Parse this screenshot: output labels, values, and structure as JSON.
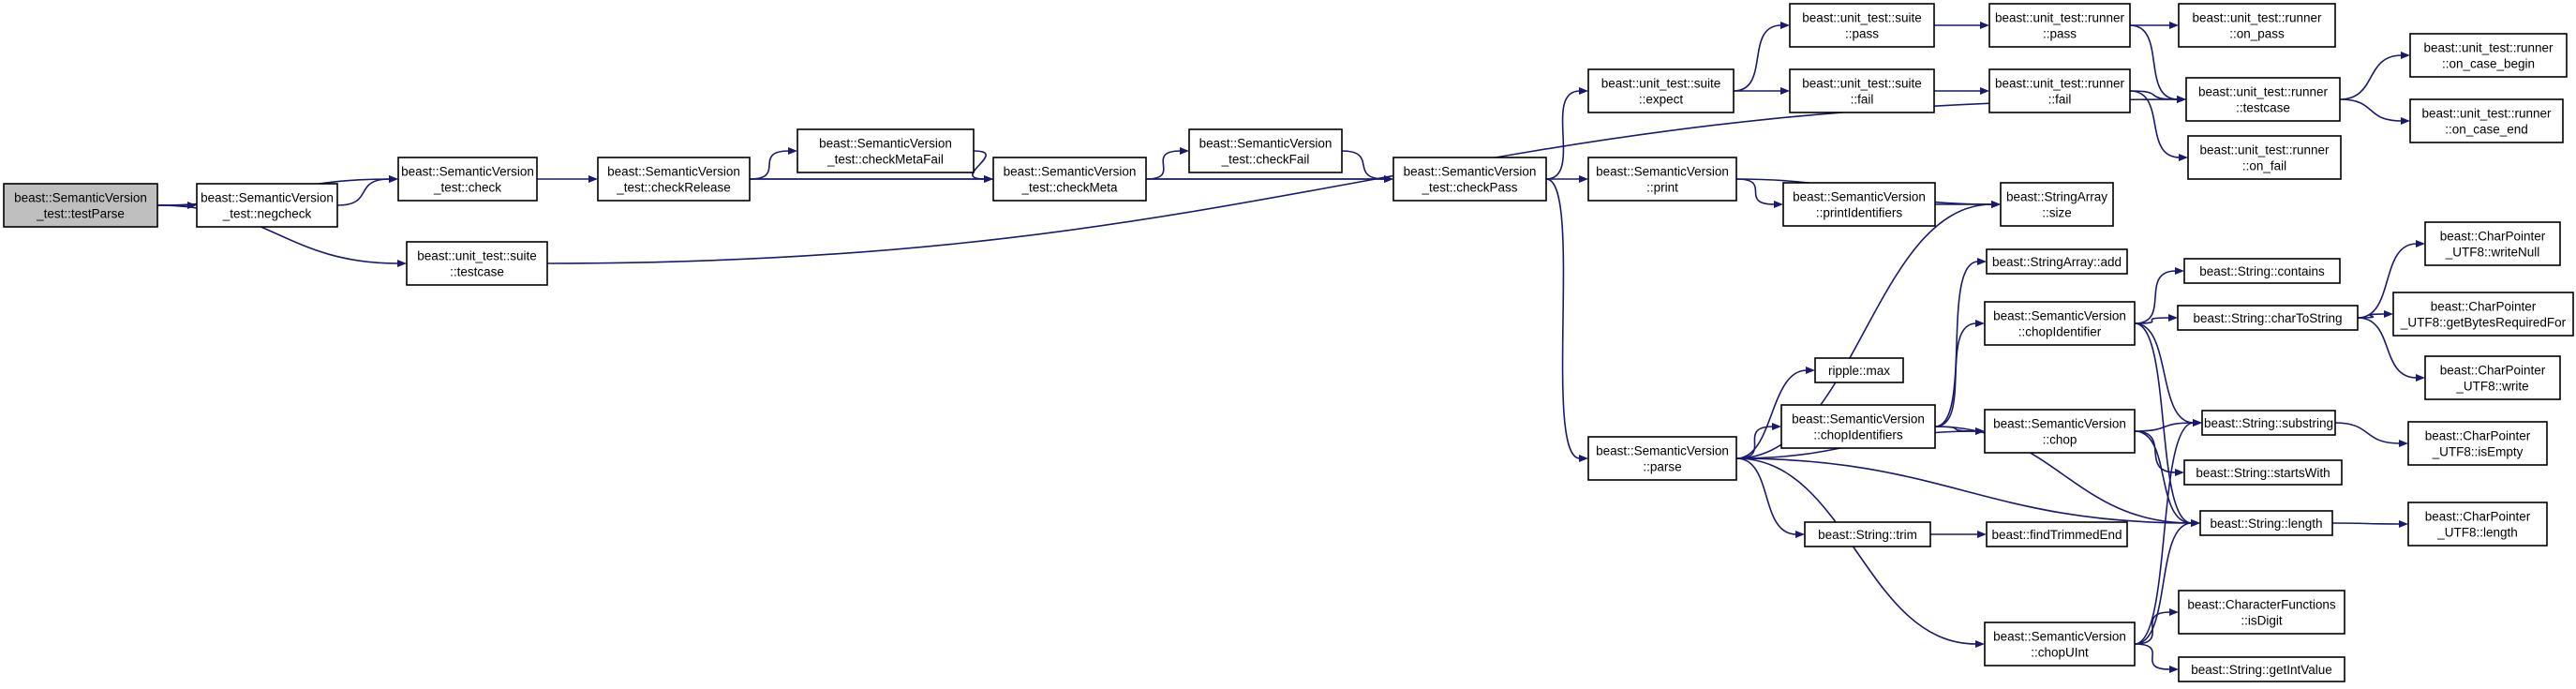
{
  "colors": {
    "edge": "#191970",
    "node_border": "#000000",
    "root_fill": "#bfbfbf",
    "node_fill": "#ffffff"
  },
  "nodes": [
    {
      "id": "testParse",
      "lines": [
        "beast::SemanticVersion",
        "_test::testParse"
      ],
      "root": true
    },
    {
      "id": "negcheck",
      "lines": [
        "beast::SemanticVersion",
        "_test::negcheck"
      ]
    },
    {
      "id": "check",
      "lines": [
        "beast::SemanticVersion",
        "_test::check"
      ]
    },
    {
      "id": "suiteTestcase",
      "lines": [
        "beast::unit_test::suite",
        "::testcase"
      ]
    },
    {
      "id": "checkRelease",
      "lines": [
        "beast::SemanticVersion",
        "_test::checkRelease"
      ]
    },
    {
      "id": "checkMetaFail",
      "lines": [
        "beast::SemanticVersion",
        "_test::checkMetaFail"
      ]
    },
    {
      "id": "checkMeta",
      "lines": [
        "beast::SemanticVersion",
        "_test::checkMeta"
      ]
    },
    {
      "id": "checkFail",
      "lines": [
        "beast::SemanticVersion",
        "_test::checkFail"
      ]
    },
    {
      "id": "checkPass",
      "lines": [
        "beast::SemanticVersion",
        "_test::checkPass"
      ]
    },
    {
      "id": "expect",
      "lines": [
        "beast::unit_test::suite",
        "::expect"
      ]
    },
    {
      "id": "print",
      "lines": [
        "beast::SemanticVersion",
        "::print"
      ]
    },
    {
      "id": "parse",
      "lines": [
        "beast::SemanticVersion",
        "::parse"
      ]
    },
    {
      "id": "suitePass",
      "lines": [
        "beast::unit_test::suite",
        "::pass"
      ]
    },
    {
      "id": "suiteFail",
      "lines": [
        "beast::unit_test::suite",
        "::fail"
      ]
    },
    {
      "id": "printIdentifiers",
      "lines": [
        "beast::SemanticVersion",
        "::printIdentifiers"
      ]
    },
    {
      "id": "runnerPass",
      "lines": [
        "beast::unit_test::runner",
        "::pass"
      ]
    },
    {
      "id": "runnerFail",
      "lines": [
        "beast::unit_test::runner",
        "::fail"
      ]
    },
    {
      "id": "stringArraySize",
      "lines": [
        "beast::StringArray",
        "::size"
      ]
    },
    {
      "id": "stringArrayAdd",
      "lines": [
        "beast::StringArray::add"
      ]
    },
    {
      "id": "rippleMax",
      "lines": [
        "ripple::max"
      ]
    },
    {
      "id": "chopIdentifiers",
      "lines": [
        "beast::SemanticVersion",
        "::chopIdentifiers"
      ]
    },
    {
      "id": "chopIdentifier",
      "lines": [
        "beast::SemanticVersion",
        "::chopIdentifier"
      ]
    },
    {
      "id": "chop",
      "lines": [
        "beast::SemanticVersion",
        "::chop"
      ]
    },
    {
      "id": "trim",
      "lines": [
        "beast::String::trim"
      ]
    },
    {
      "id": "findTrimmedEnd",
      "lines": [
        "beast::findTrimmedEnd"
      ]
    },
    {
      "id": "chopUInt",
      "lines": [
        "beast::SemanticVersion",
        "::chopUInt"
      ]
    },
    {
      "id": "onPass",
      "lines": [
        "beast::unit_test::runner",
        "::on_pass"
      ]
    },
    {
      "id": "runnerTestcase",
      "lines": [
        "beast::unit_test::runner",
        "::testcase"
      ]
    },
    {
      "id": "onFail",
      "lines": [
        "beast::unit_test::runner",
        "::on_fail"
      ]
    },
    {
      "id": "contains",
      "lines": [
        "beast::String::contains"
      ]
    },
    {
      "id": "charToString",
      "lines": [
        "beast::String::charToString"
      ]
    },
    {
      "id": "substring",
      "lines": [
        "beast::String::substring"
      ]
    },
    {
      "id": "startsWith",
      "lines": [
        "beast::String::startsWith"
      ]
    },
    {
      "id": "length",
      "lines": [
        "beast::String::length"
      ]
    },
    {
      "id": "isDigit",
      "lines": [
        "beast::CharacterFunctions",
        "::isDigit"
      ]
    },
    {
      "id": "getIntValue",
      "lines": [
        "beast::String::getIntValue"
      ]
    },
    {
      "id": "onCaseBegin",
      "lines": [
        "beast::unit_test::runner",
        "::on_case_begin"
      ]
    },
    {
      "id": "onCaseEnd",
      "lines": [
        "beast::unit_test::runner",
        "::on_case_end"
      ]
    },
    {
      "id": "writeNull",
      "lines": [
        "beast::CharPointer",
        "_UTF8::writeNull"
      ]
    },
    {
      "id": "getBytesRequiredFor",
      "lines": [
        "beast::CharPointer",
        "_UTF8::getBytesRequiredFor"
      ]
    },
    {
      "id": "write",
      "lines": [
        "beast::CharPointer",
        "_UTF8::write"
      ]
    },
    {
      "id": "isEmpty",
      "lines": [
        "beast::CharPointer",
        "_UTF8::isEmpty"
      ]
    },
    {
      "id": "utf8Length",
      "lines": [
        "beast::CharPointer",
        "_UTF8::length"
      ]
    }
  ],
  "edges": [
    [
      "testParse",
      "check"
    ],
    [
      "testParse",
      "negcheck"
    ],
    [
      "testParse",
      "suiteTestcase"
    ],
    [
      "negcheck",
      "check"
    ],
    [
      "check",
      "checkRelease"
    ],
    [
      "checkRelease",
      "checkMetaFail"
    ],
    [
      "checkRelease",
      "checkMeta"
    ],
    [
      "checkRelease",
      "checkPass"
    ],
    [
      "checkMetaFail",
      "checkMeta"
    ],
    [
      "checkMeta",
      "checkFail"
    ],
    [
      "checkMeta",
      "checkPass"
    ],
    [
      "checkFail",
      "checkPass"
    ],
    [
      "checkPass",
      "expect"
    ],
    [
      "checkPass",
      "print"
    ],
    [
      "checkPass",
      "parse"
    ],
    [
      "suiteTestcase",
      "runnerTestcase"
    ],
    [
      "expect",
      "suitePass"
    ],
    [
      "expect",
      "suiteFail"
    ],
    [
      "suitePass",
      "runnerPass"
    ],
    [
      "suiteFail",
      "runnerFail"
    ],
    [
      "runnerPass",
      "onPass"
    ],
    [
      "runnerPass",
      "runnerTestcase"
    ],
    [
      "runnerFail",
      "runnerTestcase"
    ],
    [
      "runnerFail",
      "onFail"
    ],
    [
      "runnerTestcase",
      "onCaseBegin"
    ],
    [
      "runnerTestcase",
      "onCaseEnd"
    ],
    [
      "print",
      "printIdentifiers"
    ],
    [
      "print",
      "stringArraySize"
    ],
    [
      "printIdentifiers",
      "stringArraySize"
    ],
    [
      "parse",
      "stringArraySize"
    ],
    [
      "parse",
      "rippleMax"
    ],
    [
      "parse",
      "chopIdentifiers"
    ],
    [
      "parse",
      "chop"
    ],
    [
      "parse",
      "trim"
    ],
    [
      "parse",
      "length"
    ],
    [
      "parse",
      "chopUInt"
    ],
    [
      "chopIdentifiers",
      "stringArrayAdd"
    ],
    [
      "chopIdentifiers",
      "chopIdentifier"
    ],
    [
      "chopIdentifiers",
      "chop"
    ],
    [
      "chopIdentifiers",
      "length"
    ],
    [
      "chopIdentifier",
      "contains"
    ],
    [
      "chopIdentifier",
      "charToString"
    ],
    [
      "chopIdentifier",
      "substring"
    ],
    [
      "chopIdentifier",
      "length"
    ],
    [
      "chop",
      "substring"
    ],
    [
      "chop",
      "startsWith"
    ],
    [
      "chop",
      "length"
    ],
    [
      "trim",
      "findTrimmedEnd"
    ],
    [
      "chopUInt",
      "substring"
    ],
    [
      "chopUInt",
      "length"
    ],
    [
      "chopUInt",
      "isDigit"
    ],
    [
      "chopUInt",
      "getIntValue"
    ],
    [
      "charToString",
      "writeNull"
    ],
    [
      "charToString",
      "getBytesRequiredFor"
    ],
    [
      "charToString",
      "write"
    ],
    [
      "substring",
      "isEmpty"
    ],
    [
      "length",
      "utf8Length"
    ]
  ]
}
